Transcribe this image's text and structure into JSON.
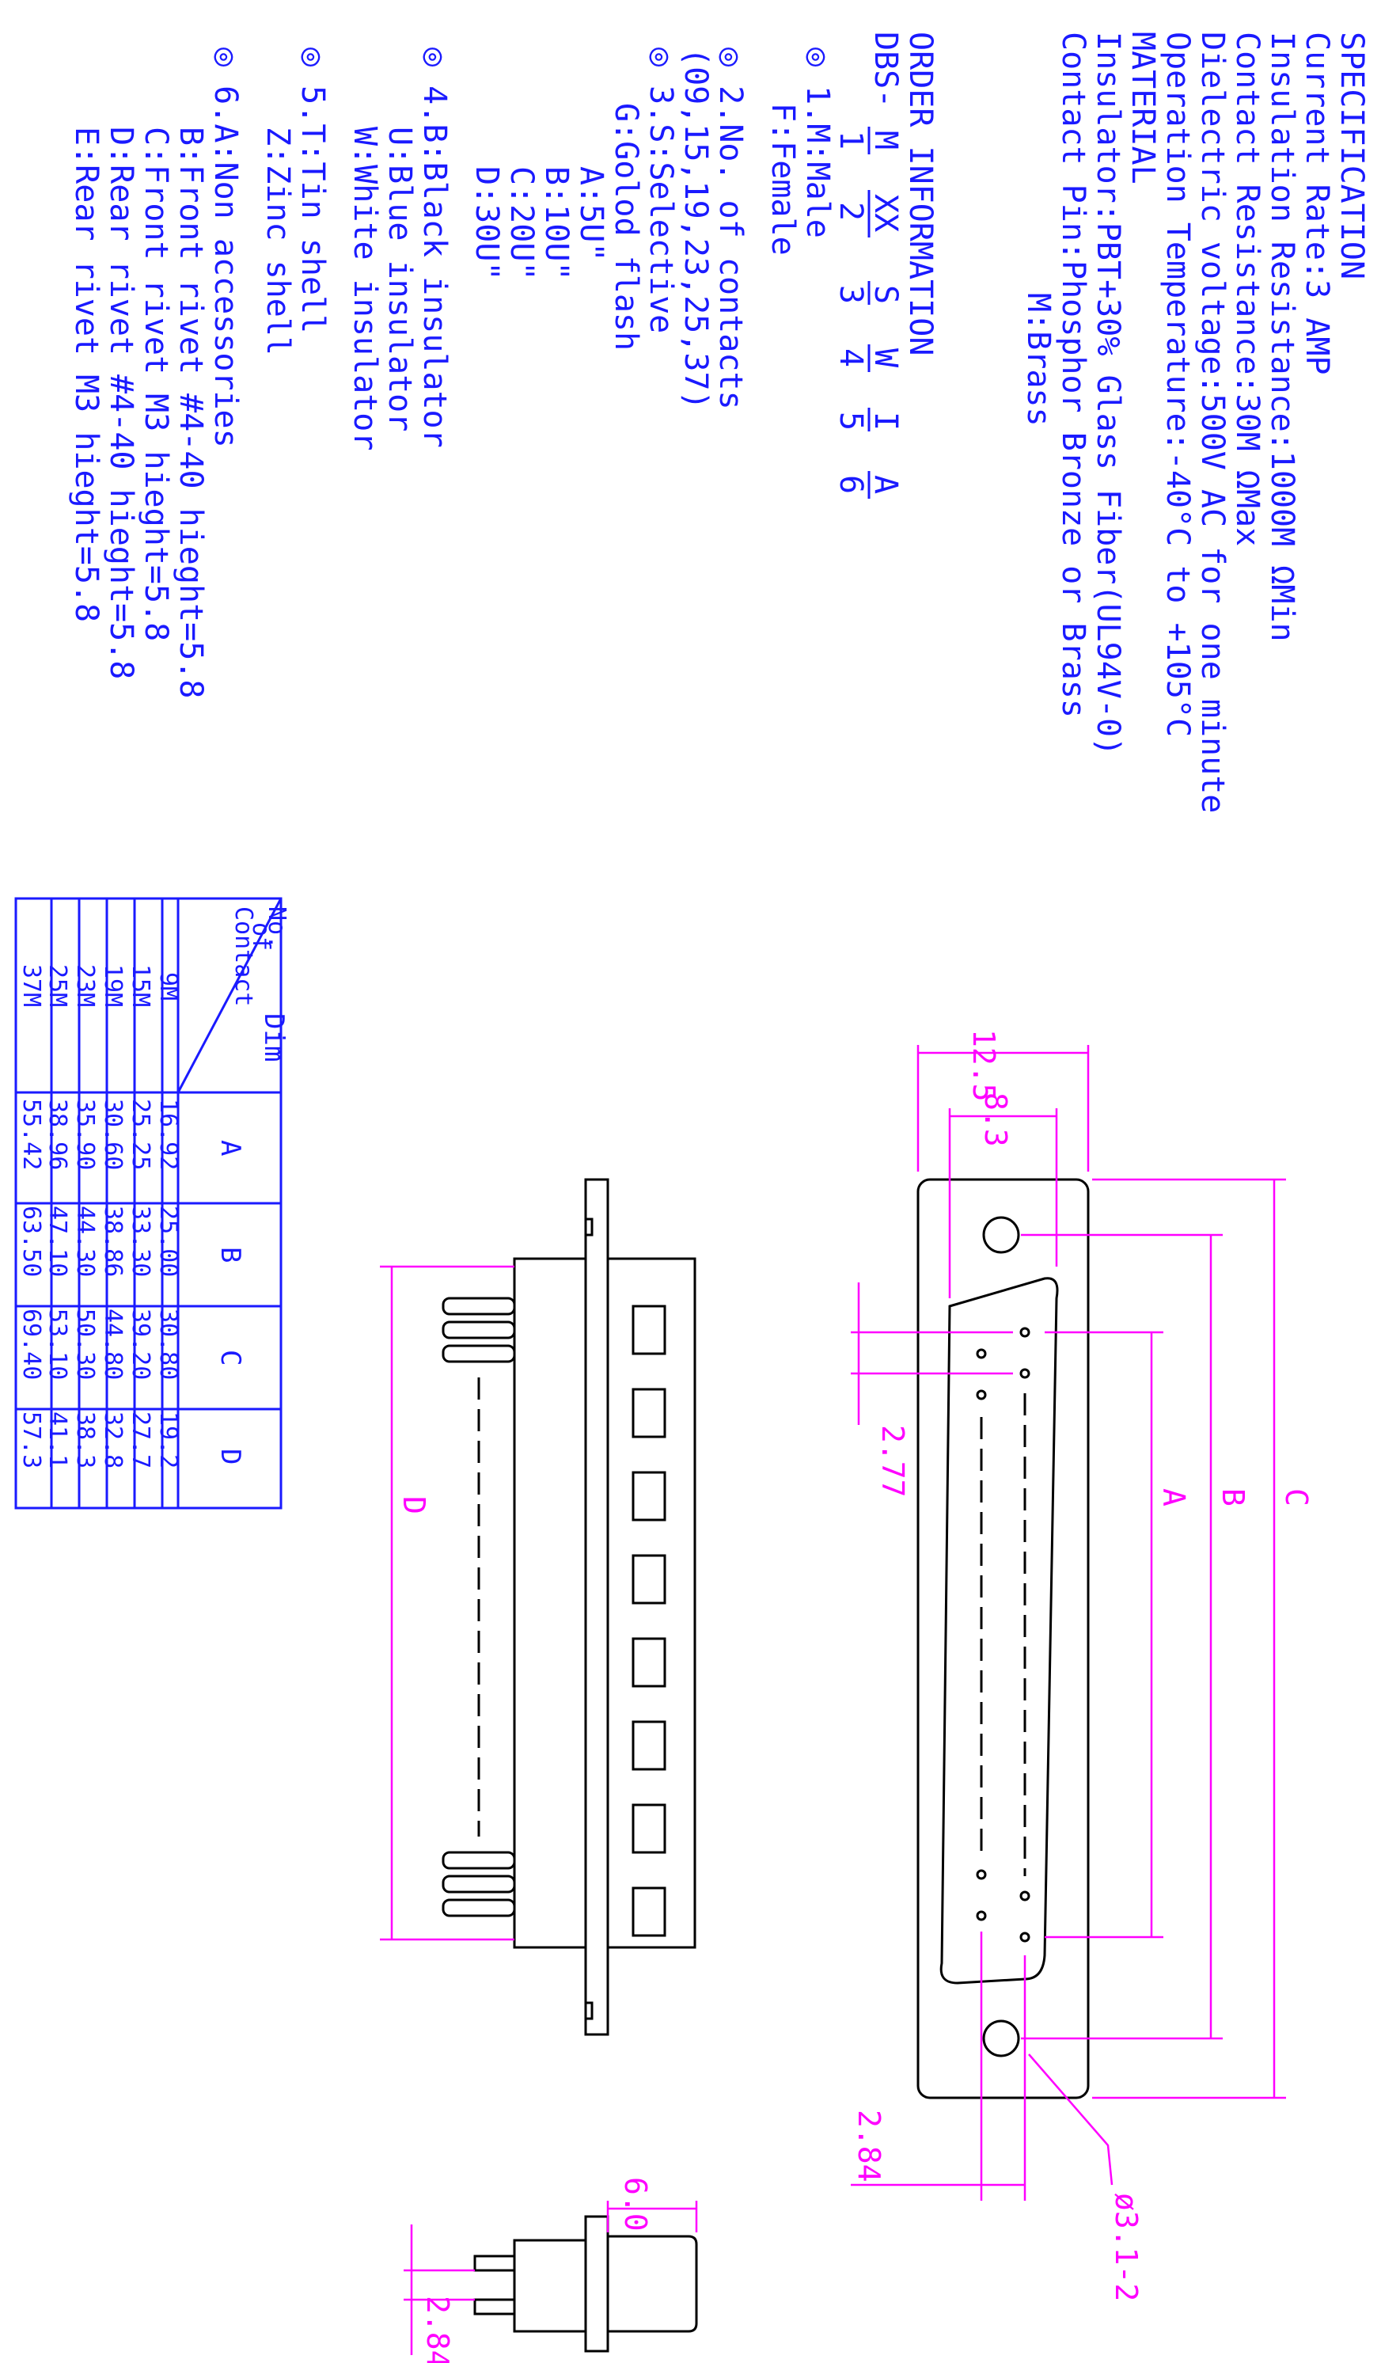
{
  "spec": {
    "title": "SPECIFICATION",
    "lines": [
      "Current Rate:3 AMP",
      "Insulation Resistance:1000M ΩMin",
      "Contact Resistance:30M ΩMax",
      "Dielectric voltage:500V AC for one minute",
      "Operation Temperature:-40°C to +105°C",
      "MATERIAL",
      "Insulator:PBT+30% Glass Fiber(UL94V-0)",
      "Contact Pin:Phosphor Bronze or Brass",
      "M:Brass"
    ]
  },
  "order": {
    "title": "ORDER INFORMATION",
    "code": [
      "DBS-",
      "M",
      "XX",
      "S",
      "W",
      "I",
      "A"
    ],
    "index": [
      "1",
      "2",
      "3",
      "4",
      "5",
      "6"
    ],
    "options": [
      "◎ 1.M:Male",
      "F:Female",
      "◎ 2.No. of contacts",
      "(09,15,19,23,25,37)",
      "◎ 3.S:Selective",
      "G:Golod flash",
      "A:5U\"",
      "B:10U\"",
      "C:20U\"",
      "D:30U\"",
      "◎ 4.B:Black insulator",
      "U:Blue insulator",
      "W:White insulator",
      "◎ 5.T:Tin shell",
      "Z:Zinc shell",
      "◎ 6.A:Non accessories",
      "B:Front rivet #4-40 hieght=5.8",
      "C:Front rivet M3 hieght=5.8",
      "D:Rear rivet #4-40 hieght=5.8",
      "E:Rear rivet M3 hieght=5.8"
    ]
  },
  "table": {
    "corner_top": "Dim",
    "corner_bottom": [
      "No.",
      "of",
      "Contact"
    ],
    "columns": [
      "A",
      "B",
      "C",
      "D"
    ],
    "rows": [
      {
        "contact": "9M",
        "A": "16.92",
        "B": "25.00",
        "C": "30.80",
        "D": "19.2"
      },
      {
        "contact": "15M",
        "A": "25.25",
        "B": "33.30",
        "C": "39.20",
        "D": "27.7"
      },
      {
        "contact": "19M",
        "A": "30.60",
        "B": "38.86",
        "C": "44.80",
        "D": "32.8"
      },
      {
        "contact": "23M",
        "A": "35.90",
        "B": "44.30",
        "C": "50.30",
        "D": "38.3"
      },
      {
        "contact": "25M",
        "A": "38.96",
        "B": "47.10",
        "C": "53.10",
        "D": "41.1"
      },
      {
        "contact": "37M",
        "A": "55.42",
        "B": "63.50",
        "C": "69.40",
        "D": "57.3"
      }
    ]
  },
  "dims": {
    "w125": "12.5",
    "w83": "8.3",
    "pitch": "2.77",
    "A": "A",
    "B": "B",
    "C": "C",
    "D": "D",
    "row": "2.84",
    "hole": "ø3.1-2",
    "depth": "6.0",
    "side": "2.84"
  },
  "colors": {
    "spec_text": "#1a1aff",
    "dimension": "#ff00ff",
    "outline": "#000000"
  }
}
